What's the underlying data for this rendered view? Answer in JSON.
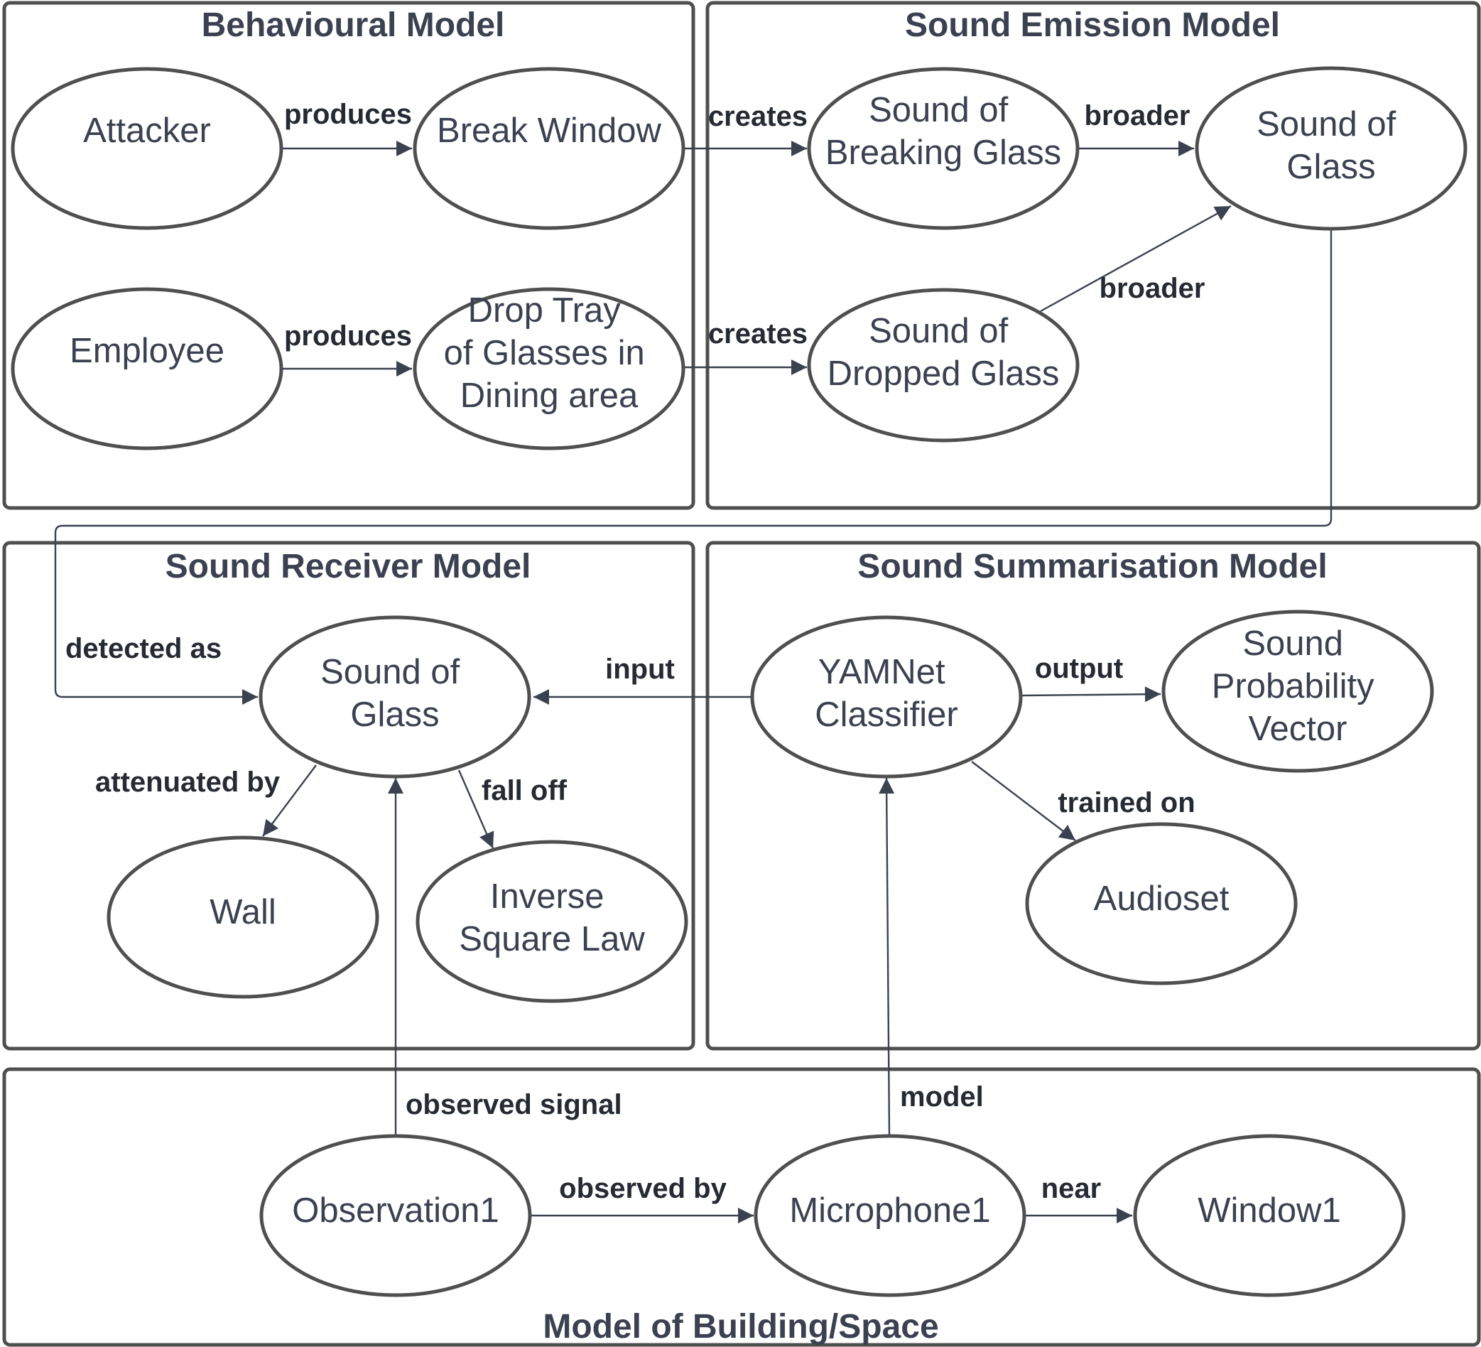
{
  "panels": {
    "behavioural": "Behavioural Model",
    "emission": "Sound Emission Model",
    "receiver": "Sound Receiver Model",
    "summarisation": "Sound Summarisation Model",
    "building": "Model of Building/Space"
  },
  "nodes": {
    "attacker": [
      "Attacker"
    ],
    "break_window": [
      "Break Window"
    ],
    "employee": [
      "Employee"
    ],
    "drop_tray": [
      "Drop Tray",
      "of Glasses in",
      "Dining area"
    ],
    "sound_breaking_glass": [
      "Sound of",
      "Breaking Glass"
    ],
    "sound_of_glass_emission": [
      "Sound of",
      "Glass"
    ],
    "sound_dropped_glass": [
      "Sound of",
      "Dropped Glass"
    ],
    "sound_of_glass_receiver": [
      "Sound of",
      "Glass"
    ],
    "wall": [
      "Wall"
    ],
    "inverse_square_law": [
      "Inverse",
      "Square Law"
    ],
    "yamnet_classifier": [
      "YAMNet",
      "Classifier"
    ],
    "sound_probability_vector": [
      "Sound",
      "Probability",
      "Vector"
    ],
    "audioset": [
      "Audioset"
    ],
    "observation1": [
      "Observation1"
    ],
    "microphone1": [
      "Microphone1"
    ],
    "window1": [
      "Window1"
    ]
  },
  "edges": {
    "attacker_produces": "produces",
    "employee_produces": "produces",
    "break_creates": "creates",
    "drop_creates": "creates",
    "breaking_broader": "broader",
    "dropped_broader": "broader",
    "detected_as": "detected as",
    "yamnet_input": "input",
    "yamnet_output": "output",
    "trained_on": "trained on",
    "attenuated_by": "attenuated by",
    "fall_off": "fall off",
    "observed_signal": "observed signal",
    "model": "model",
    "observed_by": "observed by",
    "near": "near"
  }
}
